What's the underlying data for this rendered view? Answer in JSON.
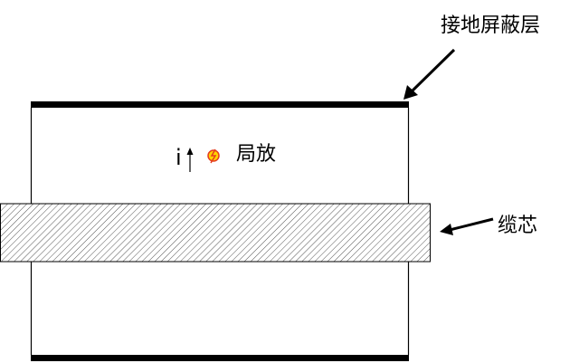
{
  "labels": {
    "shield": "接地屏蔽层",
    "core": "缆芯",
    "partial_discharge": "局放",
    "current": "i"
  },
  "icons": {
    "discharge_symbol": "partial-discharge-spark-icon",
    "current_arrow": "arrow-up-icon"
  },
  "colors": {
    "line": "#000000",
    "hatch": "#555555",
    "core_fill": "#ffffff",
    "spark_fill": "#ffd400",
    "spark_stroke": "#e53c1e"
  }
}
